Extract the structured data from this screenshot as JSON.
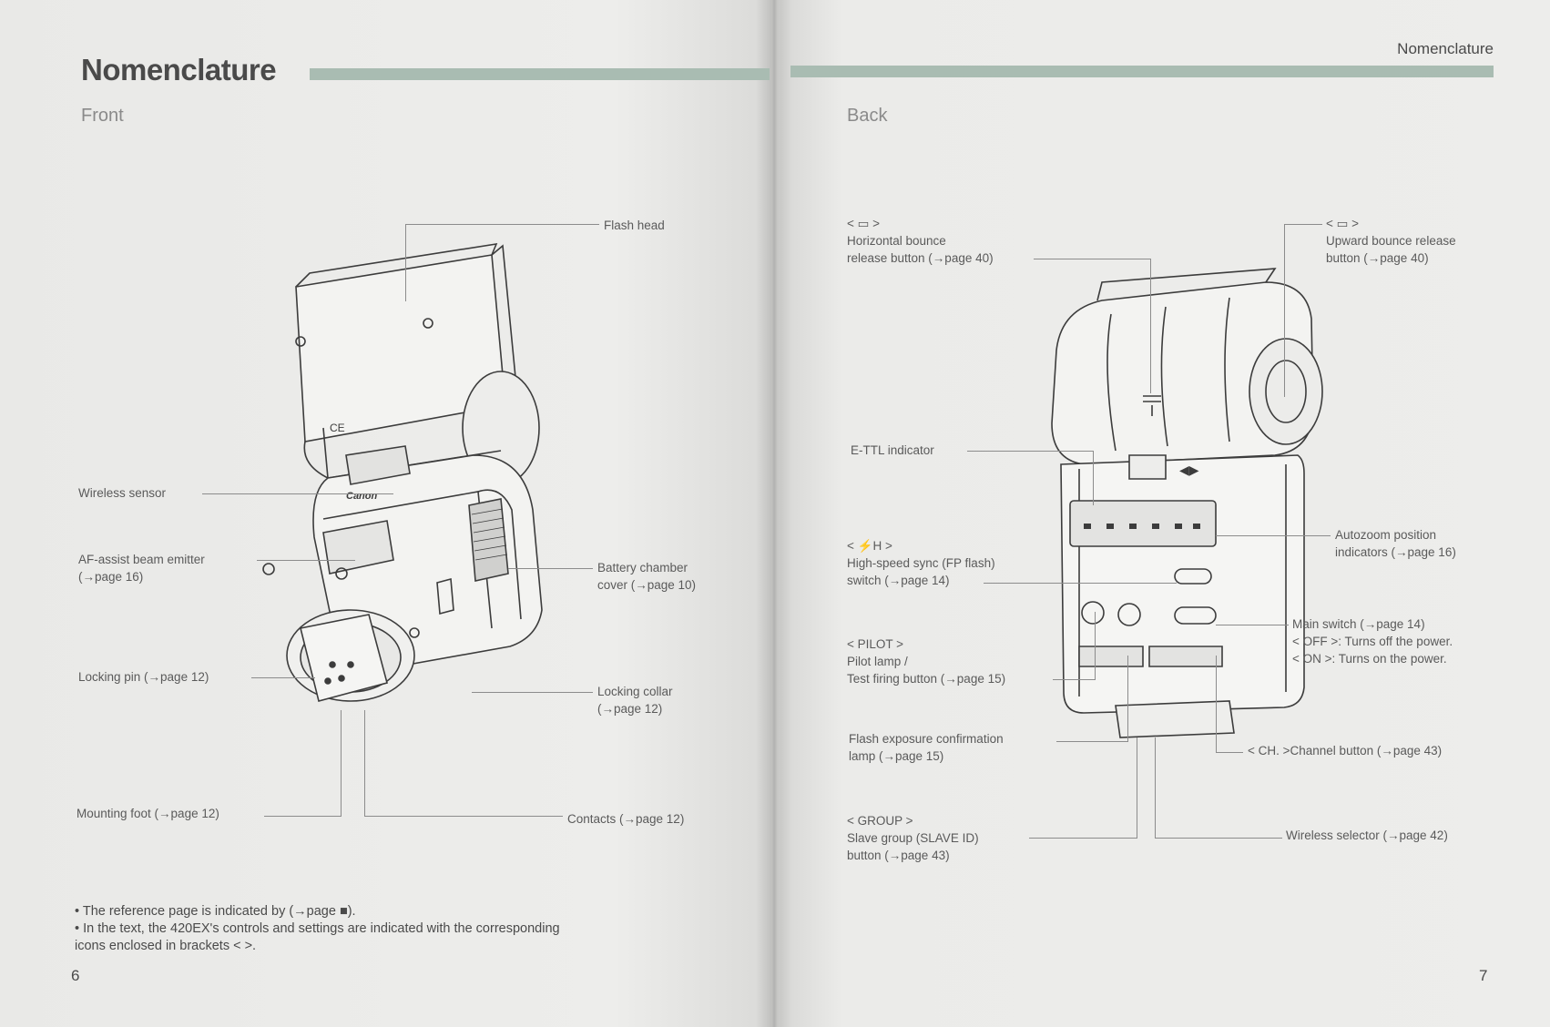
{
  "left_page": {
    "title": "Nomenclature",
    "section": "Front",
    "labels": {
      "flash_head": "Flash head",
      "wireless_sensor": "Wireless sensor",
      "af_assist_1": "AF-assist beam emitter",
      "af_assist_2": "(→page 16)",
      "battery_1": "Battery chamber",
      "battery_2": "cover (→page 10)",
      "locking_pin": "Locking pin (→page 12)",
      "locking_collar_1": "Locking collar",
      "locking_collar_2": "(→page 12)",
      "mounting_foot": "Mounting foot (→page 12)",
      "contacts": "Contacts (→page 12)"
    },
    "notes": [
      "• The reference page is indicated by (→page ■).",
      "• In the text, the 420EX's controls and settings are indicated with the corresponding",
      "   icons enclosed in brackets <   >."
    ],
    "page_number": "6"
  },
  "right_page": {
    "running_head": "Nomenclature",
    "section": "Back",
    "labels": {
      "hbounce_icon": "< ▭ >",
      "hbounce_1": "Horizontal bounce",
      "hbounce_2": "release button (→page 40)",
      "ubounce_icon": "< ▭ >",
      "ubounce_1": "Upward bounce release",
      "ubounce_2": "button (→page 40)",
      "ettl": "E-TTL indicator",
      "hss_icon": "< ⚡H >",
      "hss_1": "High-speed sync (FP flash)",
      "hss_2": "switch (→page 14)",
      "autozoom_1": "Autozoom position",
      "autozoom_2": "indicators (→page 16)",
      "pilot_icon": "< PILOT >",
      "pilot_1": "Pilot lamp /",
      "pilot_2": "Test firing button (→page 15)",
      "main_1": "Main switch (→page 14)",
      "main_2": "< OFF >: Turns off the power.",
      "main_3": "< ON >: Turns on the power.",
      "fec_1": "Flash exposure confirmation",
      "fec_2": "lamp (→page 15)",
      "channel": "< CH. >Channel button (→page 43)",
      "group_icon": "< GROUP >",
      "group_1": "Slave group (SLAVE ID)",
      "group_2": "button (→page 43)",
      "wireless_selector": "Wireless selector (→page 42)"
    },
    "page_number": "7"
  }
}
